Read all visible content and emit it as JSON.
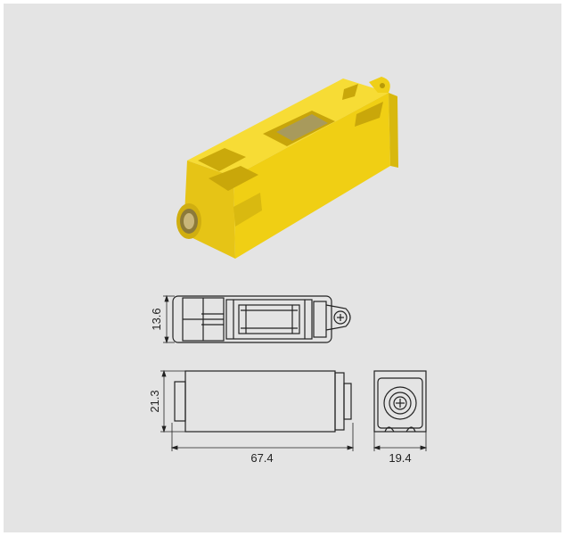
{
  "drawing": {
    "product_photo_icon": "yellow-housing-product",
    "top_view": {
      "height_label": "13.6"
    },
    "side_view": {
      "height_label": "21.3",
      "length_label": "67.4"
    },
    "end_view": {
      "width_label": "19.4"
    }
  },
  "colors": {
    "background": "#e4e4e4",
    "housing_yellow": "#f2d21a",
    "line": "#222222"
  }
}
